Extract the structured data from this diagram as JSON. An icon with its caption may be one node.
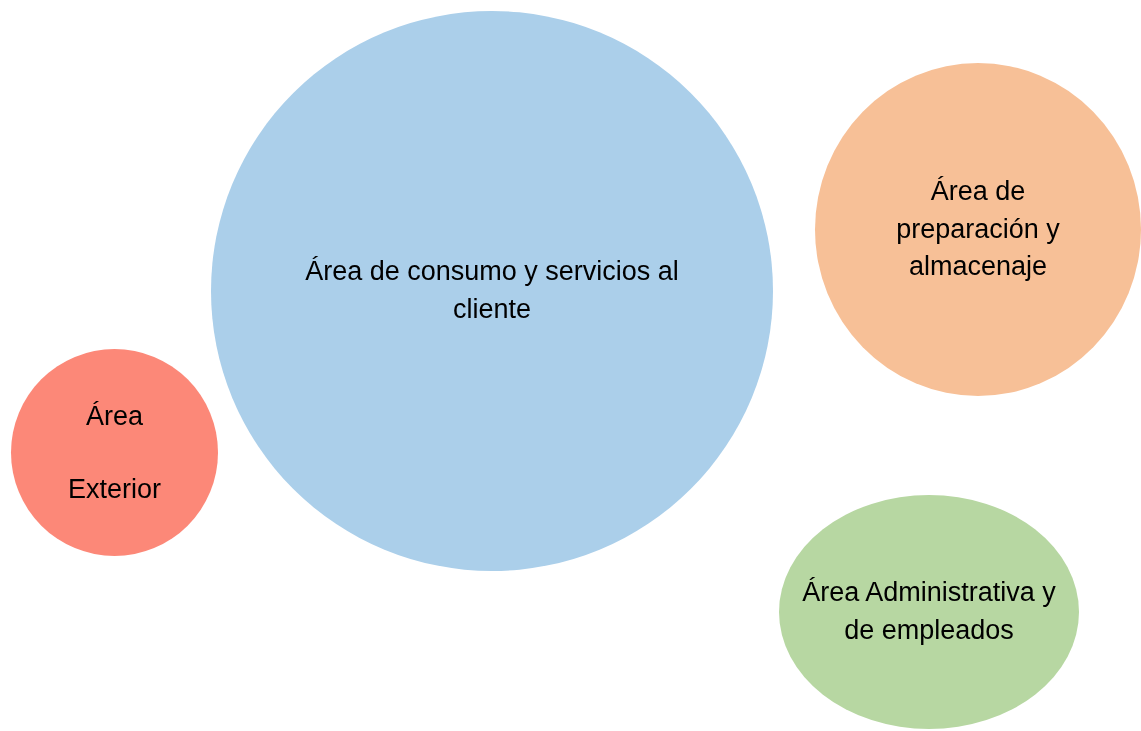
{
  "diagram": {
    "nodes": [
      {
        "text": [
          "Área de consumo y servicios al cliente"
        ]
      },
      {
        "text": [
          "Área de preparación y almacenaje"
        ]
      },
      {
        "text": [
          "Área Exterior"
        ]
      },
      {
        "text": [
          "Área Administrativa y de empleados"
        ]
      }
    ]
  }
}
